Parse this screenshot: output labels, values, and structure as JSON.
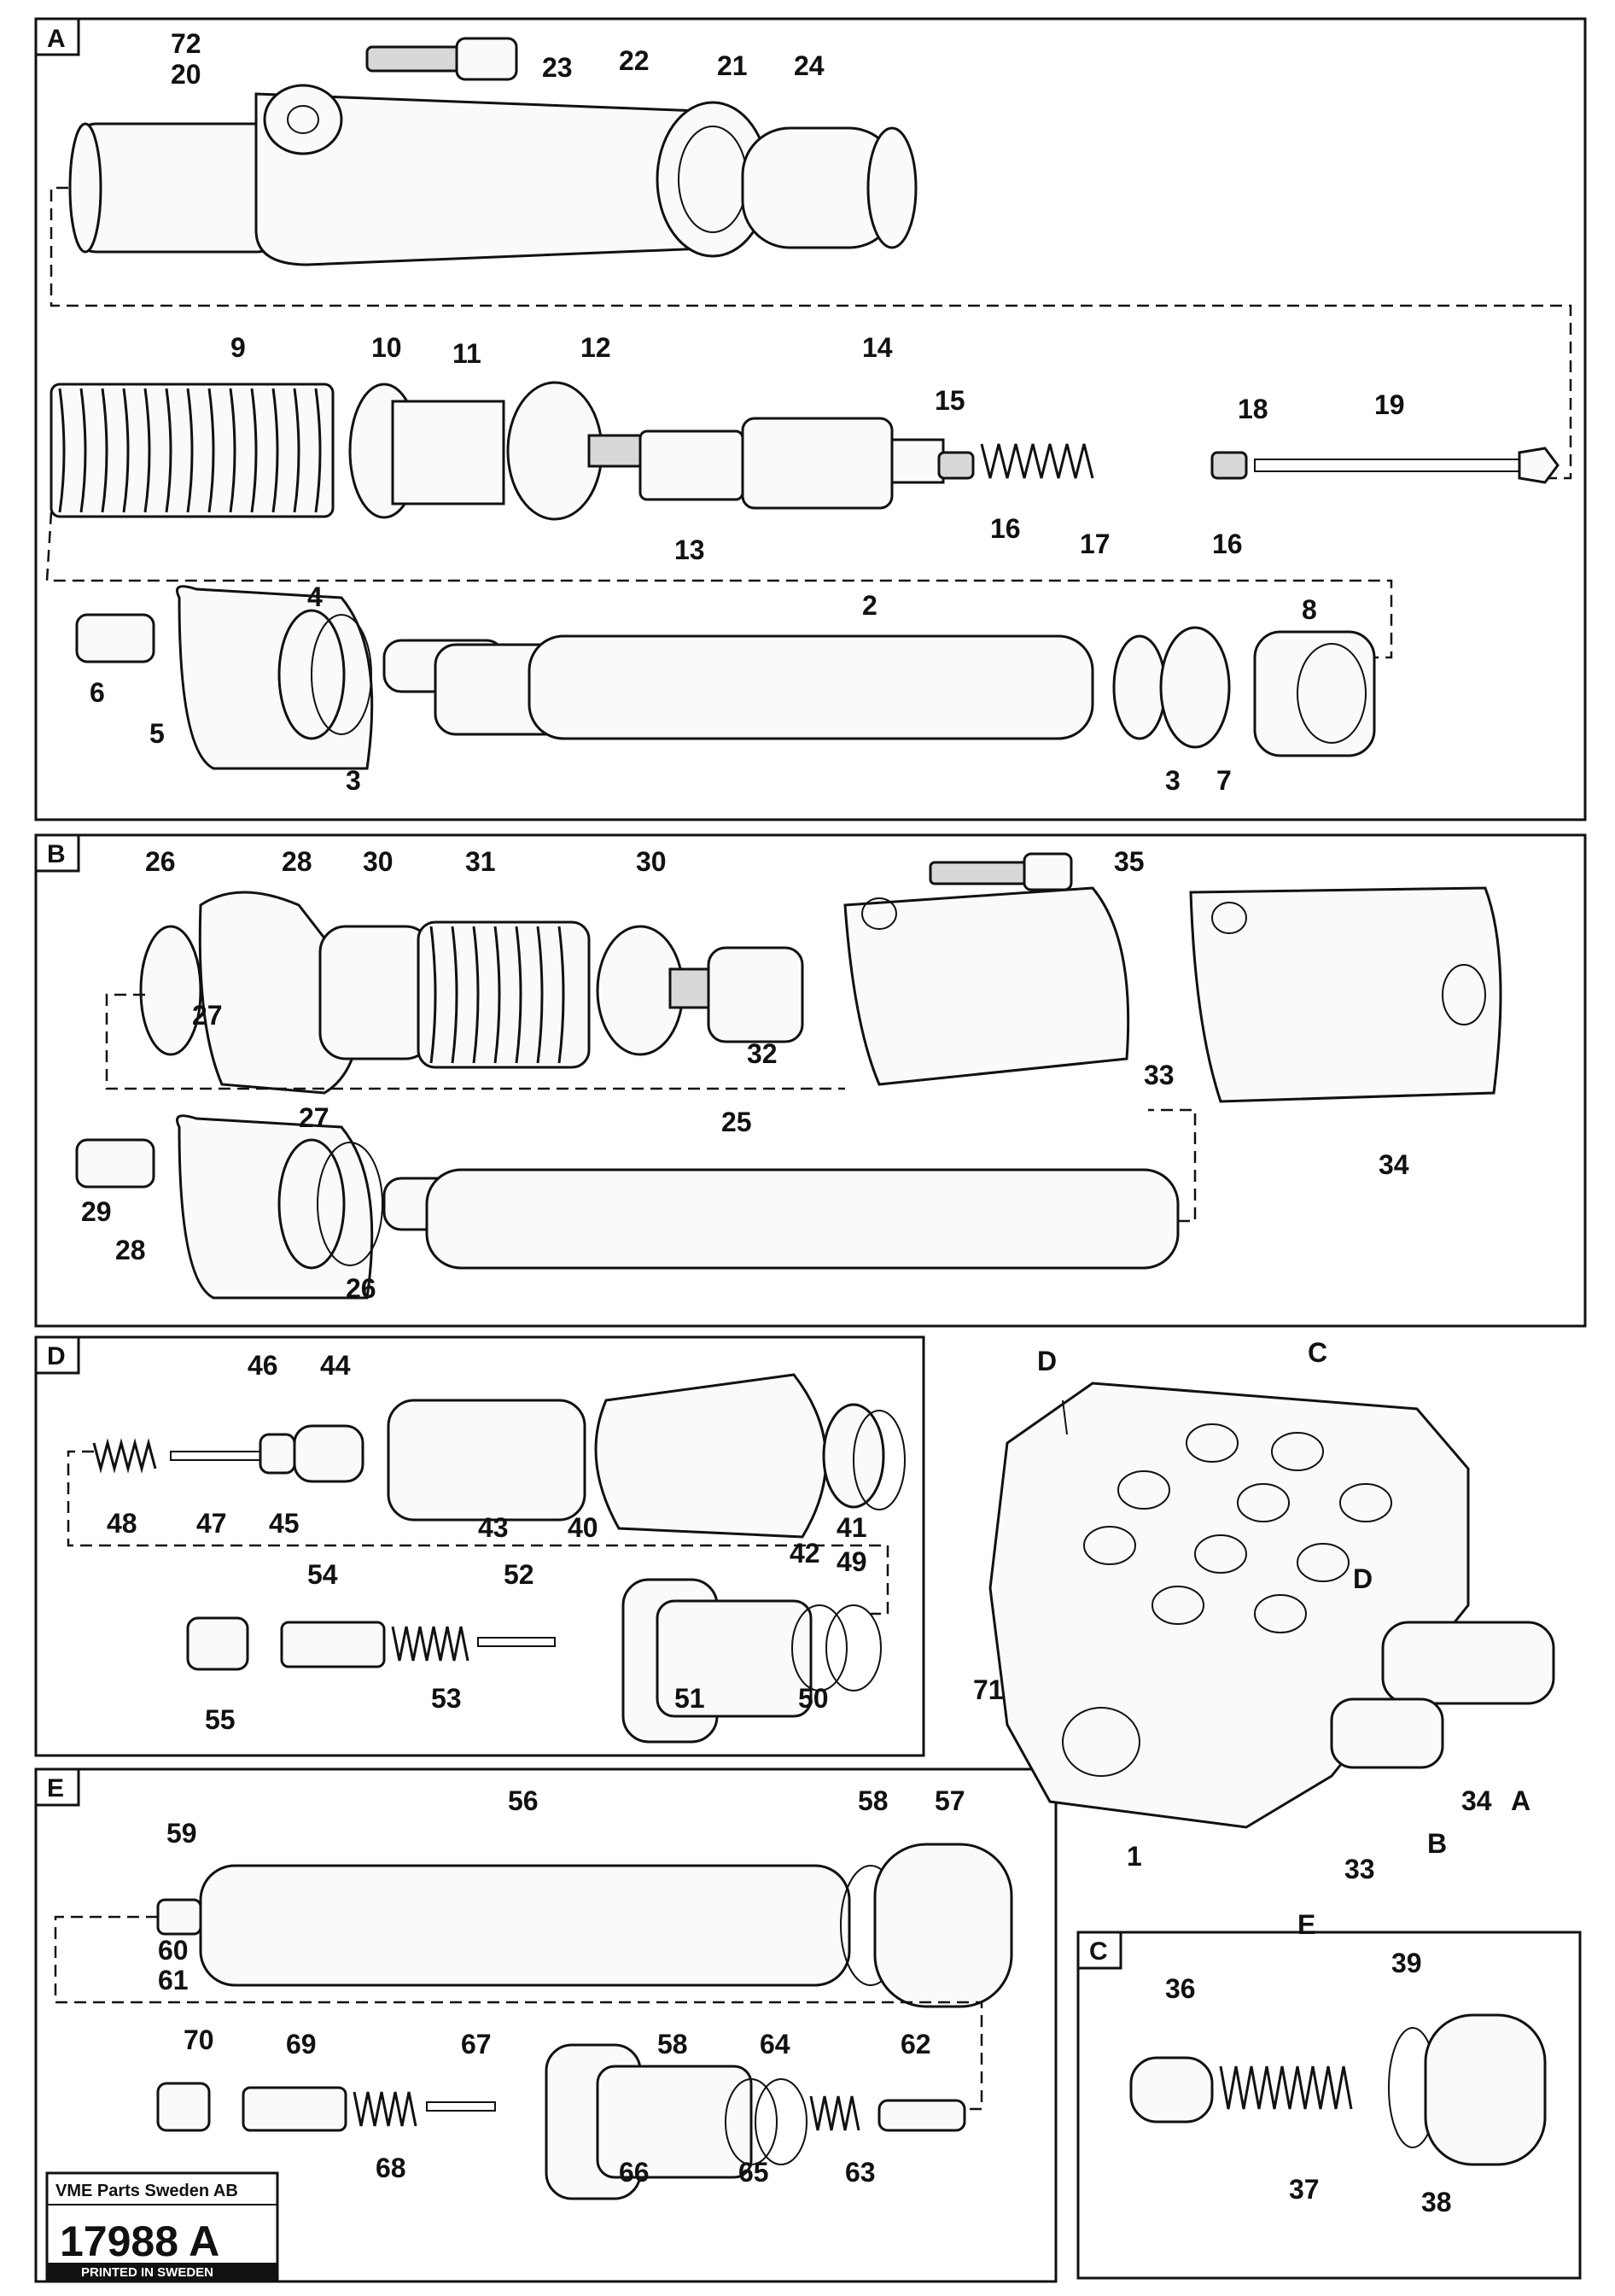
{
  "sections": {
    "a": "A",
    "b": "B",
    "c": "C",
    "d": "D",
    "e": "E"
  },
  "callouts": {
    "a": [
      "72",
      "20",
      "23",
      "22",
      "21",
      "24",
      "9",
      "10",
      "11",
      "12",
      "14",
      "15",
      "18",
      "19",
      "16",
      "17",
      "16",
      "13",
      "4",
      "2",
      "8",
      "6",
      "5",
      "3",
      "3",
      "7"
    ],
    "b": [
      "26",
      "28",
      "30",
      "31",
      "30",
      "35",
      "27",
      "32",
      "33",
      "34",
      "27",
      "25",
      "29",
      "28",
      "26"
    ],
    "d": [
      "46",
      "44",
      "48",
      "47",
      "45",
      "43",
      "40",
      "41",
      "54",
      "52",
      "42",
      "49",
      "55",
      "53",
      "51",
      "50"
    ],
    "e": [
      "59",
      "56",
      "58",
      "57",
      "60",
      "61",
      "70",
      "69",
      "67",
      "58",
      "64",
      "62",
      "68",
      "66",
      "65",
      "63"
    ],
    "c": [
      "36",
      "39",
      "37",
      "38"
    ],
    "block": [
      "D",
      "C",
      "D",
      "71",
      "34",
      "A",
      "B",
      "1",
      "33",
      "E"
    ]
  },
  "stamp": {
    "company": "VME Parts Sweden AB",
    "number": "17988 A",
    "printed": "PRINTED IN SWEDEN"
  }
}
